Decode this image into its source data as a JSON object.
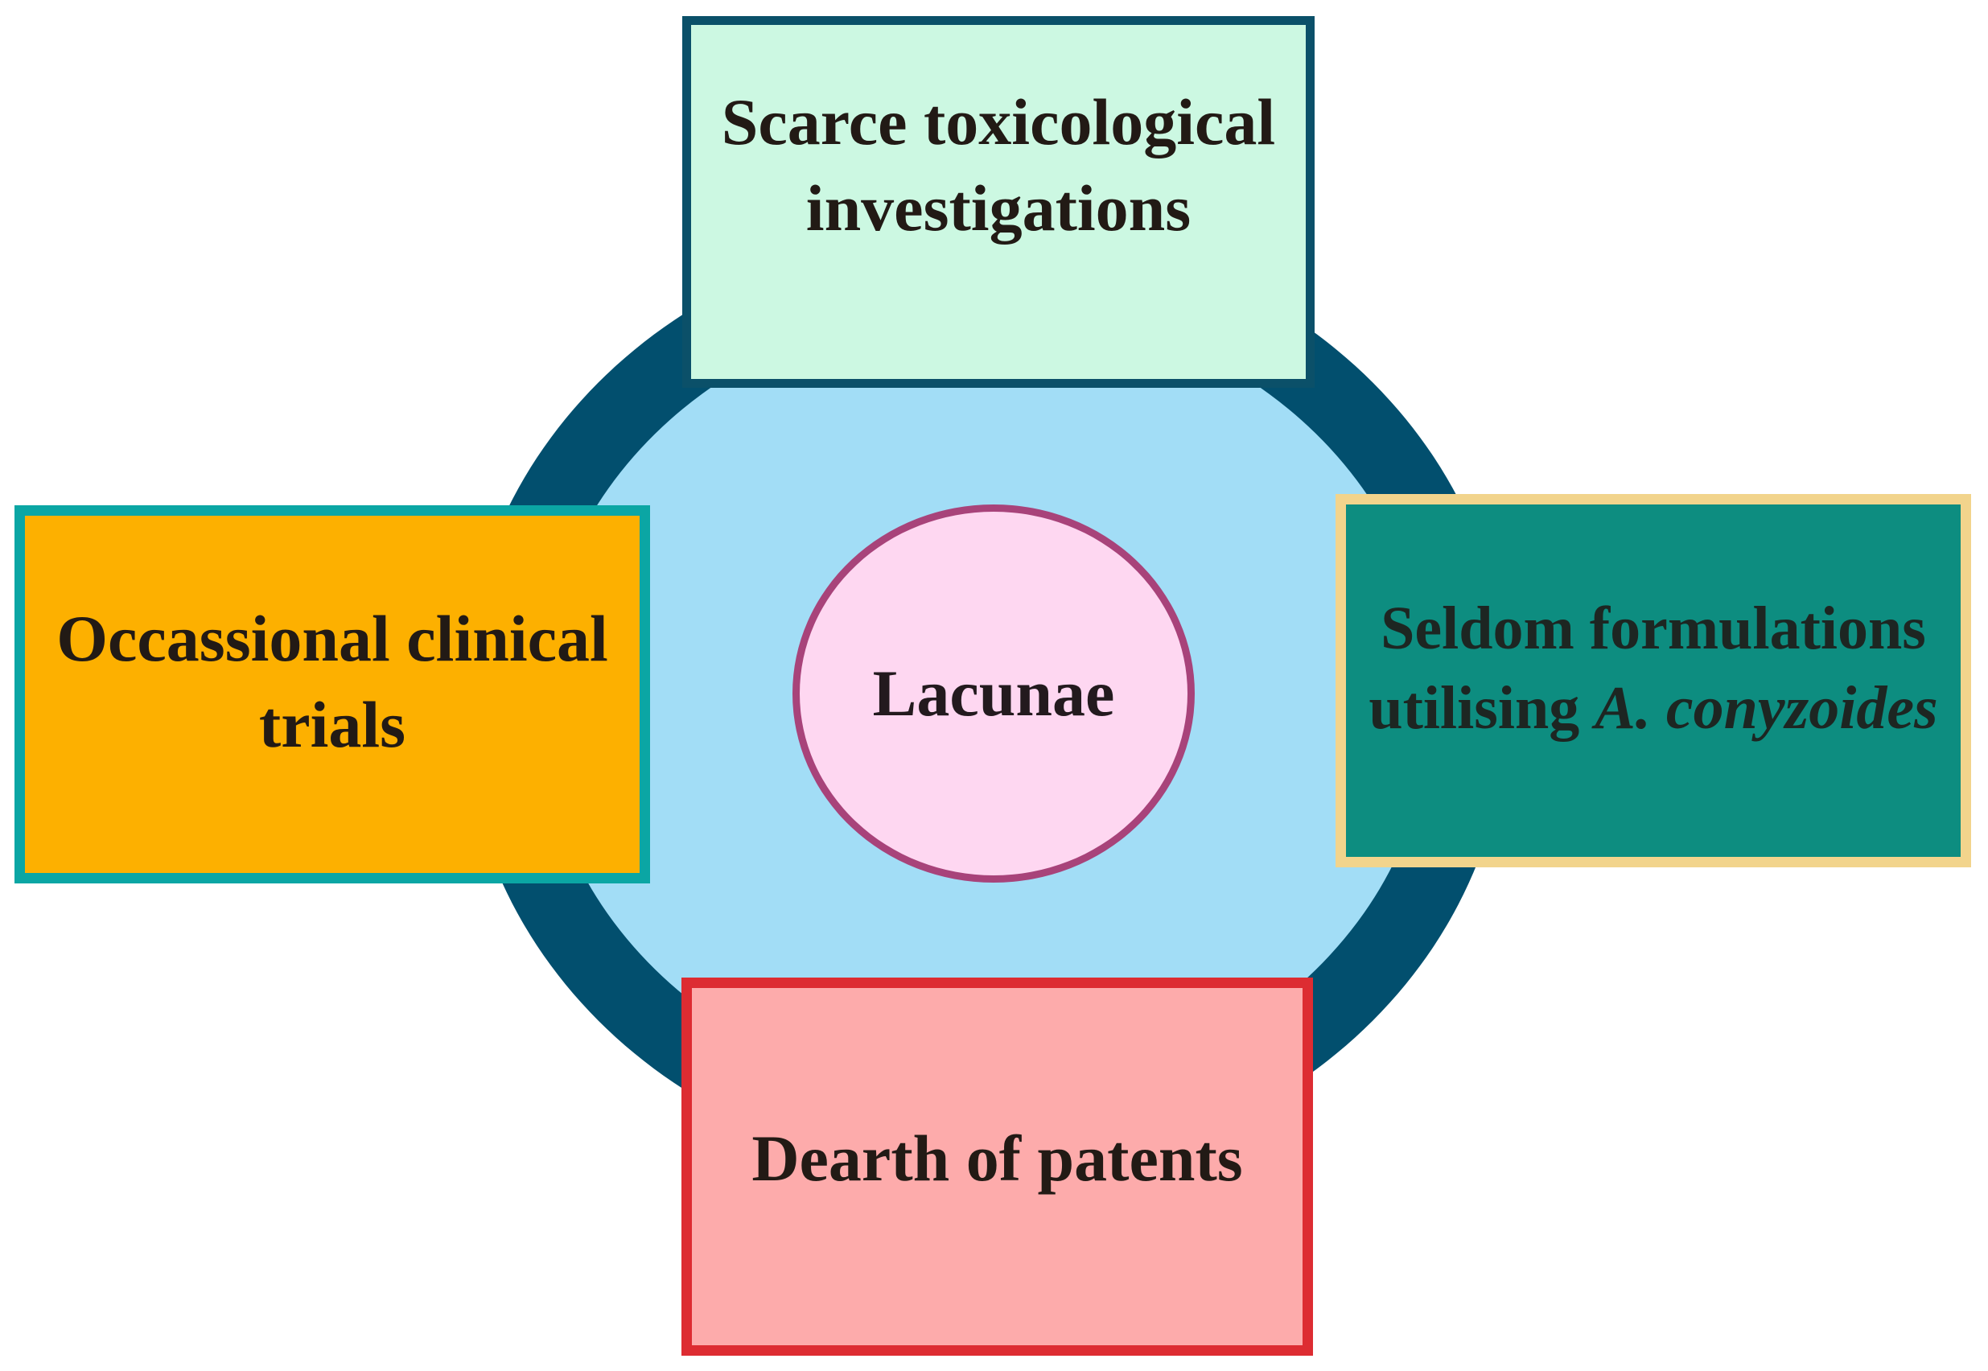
{
  "center": {
    "label": "Lacunae"
  },
  "boxes": {
    "top": {
      "line1": "Scarce toxicological",
      "line2": "investigations"
    },
    "left": {
      "line1": "Occassional clinical",
      "line2": "trials"
    },
    "right": {
      "line1": "Seldom formulations",
      "line2_prefix": "utilising ",
      "line2_italic": "A. conyzoides"
    },
    "bottom": {
      "line1": "Dearth of patents"
    }
  },
  "colors": {
    "ring": "#024f6e",
    "ring_fill": "#a2ddf6",
    "center_fill": "#fed7f1",
    "center_border": "#a8437a",
    "top_fill": "#ccf8e2",
    "top_border": "#0b5069",
    "left_fill": "#fdb000",
    "left_border": "#0ba6a4",
    "right_fill": "#0d8d80",
    "right_border": "#f2d48c",
    "bottom_fill": "#fdabab",
    "bottom_border": "#dd2c32"
  }
}
